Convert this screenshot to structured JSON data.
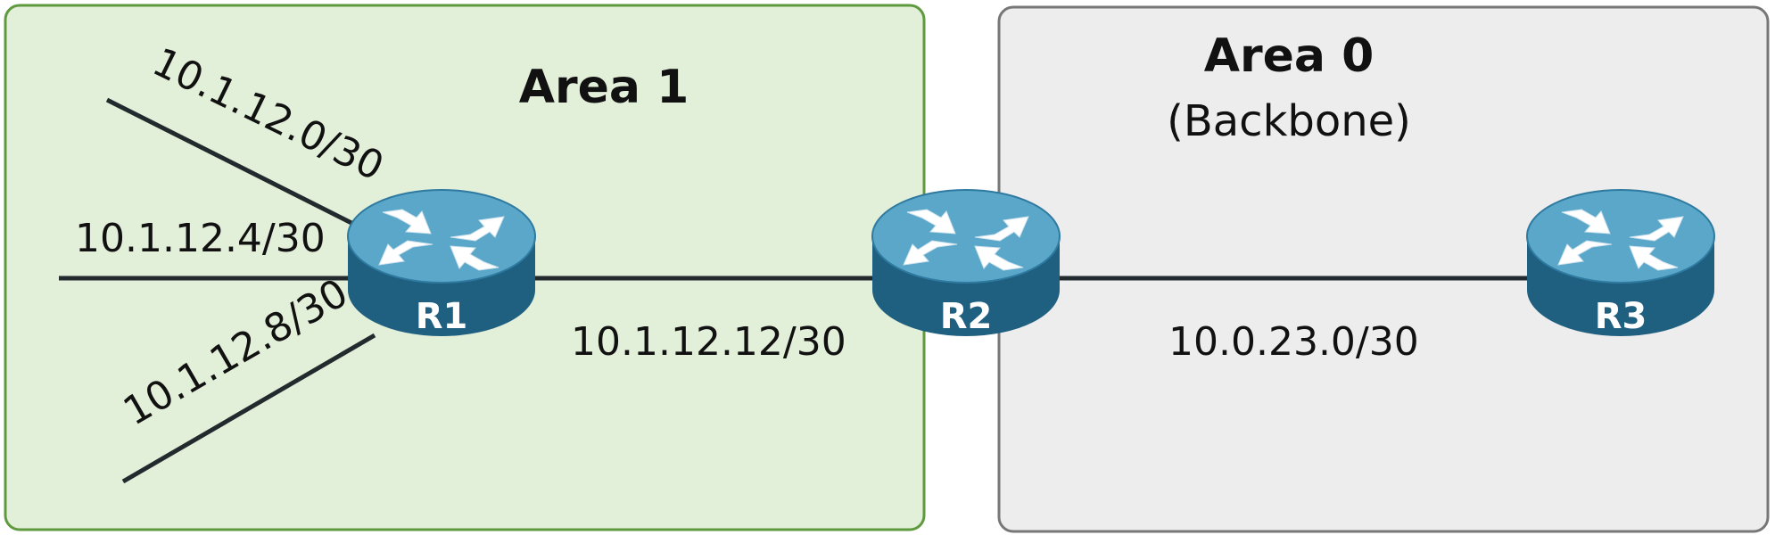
{
  "colors": {
    "area1_fill": "#e2efd9",
    "area1_border": "#5f9a3f",
    "area0_fill": "#ededed",
    "area0_border": "#777777",
    "link": "#222a2e",
    "router_top": "#5aa7c9",
    "router_side": "#1f5f80",
    "arrow": "#ffffff"
  },
  "areas": {
    "area1": {
      "title": "Area 1"
    },
    "area0": {
      "title": "Area 0",
      "subtitle": "(Backbone)"
    }
  },
  "routers": {
    "r1": {
      "label": "R1",
      "icon": "router-icon"
    },
    "r2": {
      "label": "R2",
      "icon": "router-icon"
    },
    "r3": {
      "label": "R3",
      "icon": "router-icon"
    }
  },
  "subnets": {
    "s1": "10.1.12.0/30",
    "s2": "10.1.12.4/30",
    "s3": "10.1.12.8/30",
    "s4": "10.1.12.12/30",
    "s5": "10.0.23.0/30"
  }
}
